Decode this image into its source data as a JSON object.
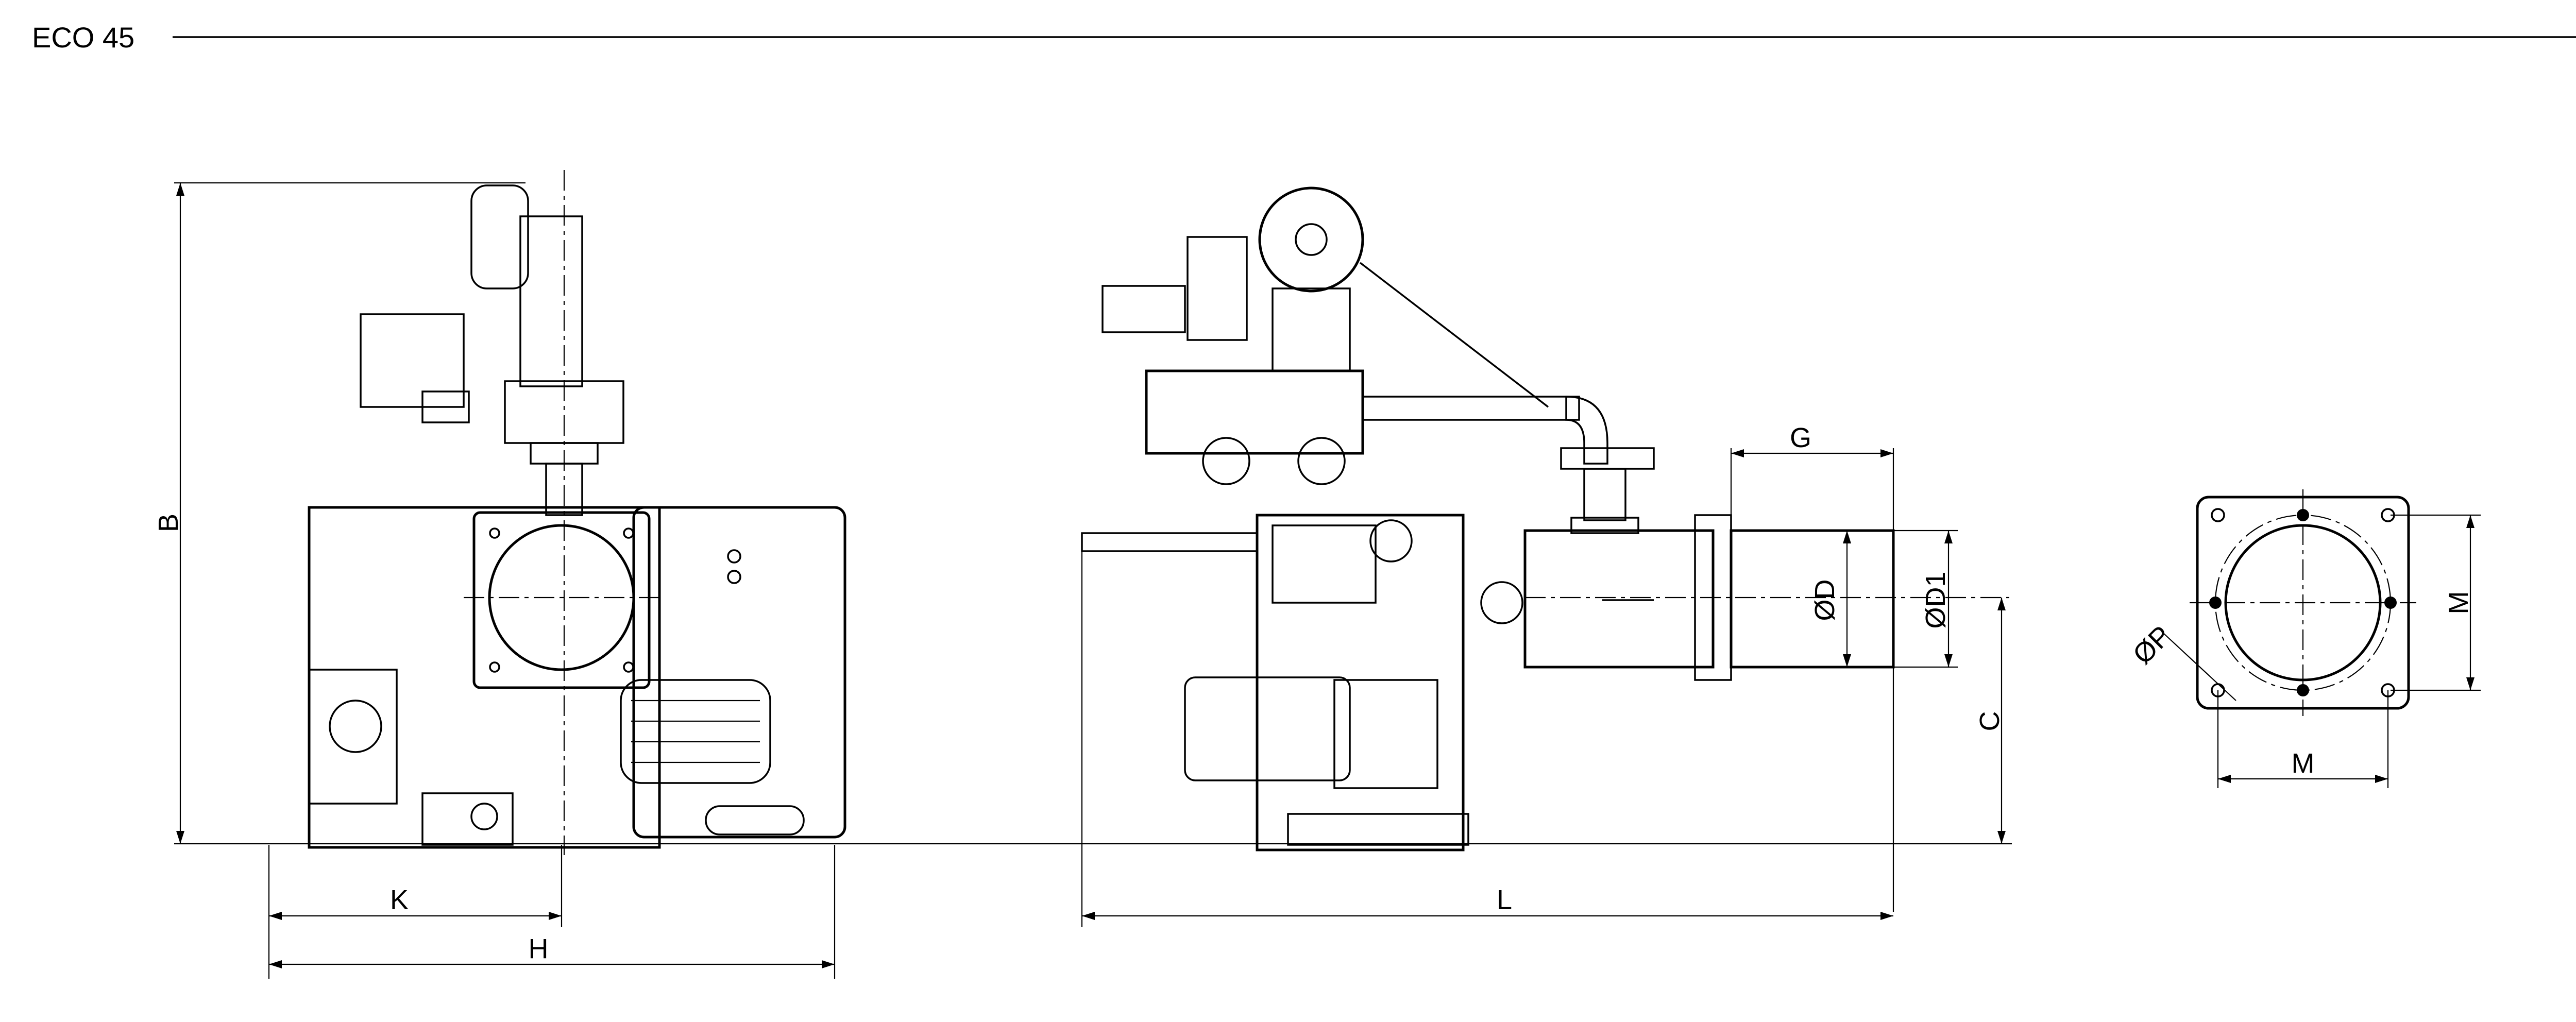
{
  "header": {
    "title": "ECO 45"
  },
  "dimensions": {
    "B": "B",
    "K": "K",
    "H": "H",
    "L": "L",
    "G": "G",
    "D": "ØD",
    "D1": "ØD1",
    "C": "C",
    "P": "ØP",
    "M_horizontal": "M",
    "M_vertical": "M"
  }
}
